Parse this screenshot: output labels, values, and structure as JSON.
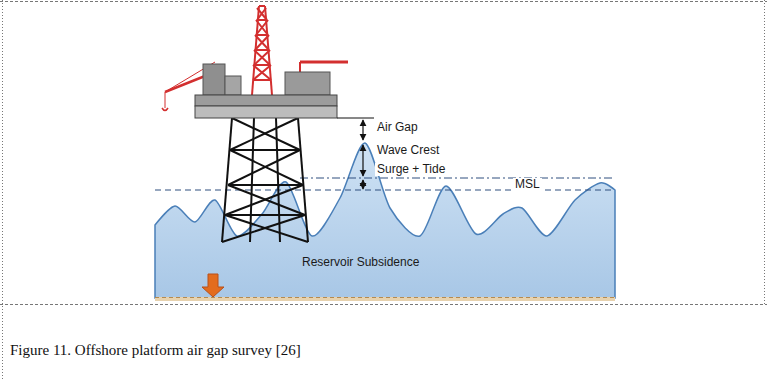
{
  "diagram": {
    "caption": "Figure 11. Offshore platform air gap survey [26]",
    "labels": [
      "Air Gap",
      "Wave Crest",
      "Surge + Tide",
      "MSL",
      "Reservoir Subsidence"
    ]
  }
}
